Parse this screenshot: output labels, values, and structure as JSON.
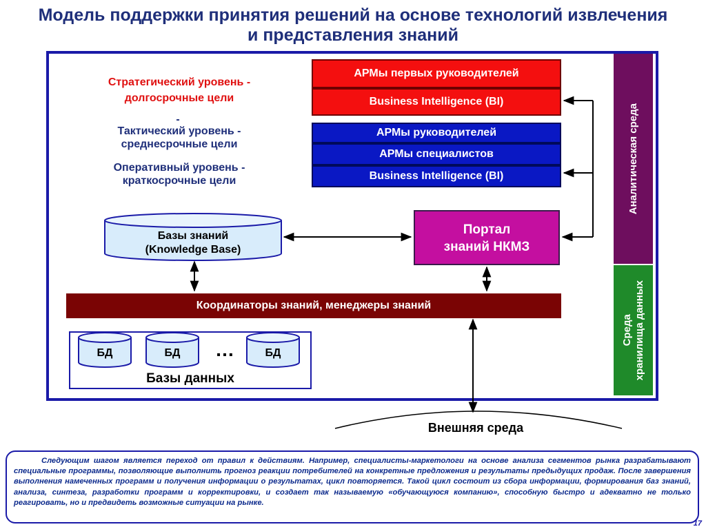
{
  "title": {
    "line1": "Модель поддержки принятия решений на основе технологий извлечения",
    "line2": "и представления знаний"
  },
  "levels": {
    "strategic_line1": "Стратегический уровень -",
    "strategic_line2": "долгосрочные цели",
    "dash": "-",
    "tactical_line1": "Тактический уровень -",
    "tactical_line2": "среднесрочные цели",
    "operational_line1": "Оперативный уровень -",
    "operational_line2": "краткосрочные цели"
  },
  "red_boxes": [
    "АРМы первых руководителей",
    "Business Intelligence (BI)"
  ],
  "blue_boxes": [
    "АРМы руководителей",
    "АРМы специалистов",
    "Business Intelligence (BI)"
  ],
  "knowledge_base": {
    "line1": "Базы знаний",
    "line2": "(Knowledge Base)"
  },
  "portal": {
    "line1": "Портал",
    "line2": "знаний  НКМЗ"
  },
  "coordinators": "Координаторы знаний, менеджеры знаний",
  "databases": {
    "db_label": "БД",
    "ellipsis": "…",
    "caption": "Базы данных"
  },
  "side_bars": {
    "analytic": "Аналитическая среда",
    "storage_line1": "Среда",
    "storage_line2": "хранилища данных"
  },
  "external": "Внешняя среда",
  "note": "Следующим шагом является переход от правил к действиям. Например, специалисты-маркетологи на основе анализа сегментов рынка разрабатывают специальные программы, позволяющие выполнить прогноз реакции потребителей на конкретные предложения и результаты предыдущих продаж. После завершения выполнения намеченных программ и получения информации о результатах, цикл повторяется. Такой цикл состоит из сбора информации, формирования баз знаний, анализа, синтеза, разработки программ и корректировки, и создает так называемую «обучающуюся компанию», способную быстро и адекватно не только реагировать, но и предвидеть возможные ситуации на рынке.",
  "page_number": "17",
  "colors": {
    "frame": "#1a1aa8",
    "red": "#f40f0f",
    "blue": "#0a18c4",
    "portal": "#c40fa0",
    "coordinators": "#7a0404",
    "analytic_bar": "#6e0e5e",
    "storage_bar": "#1f8a2a",
    "kb_fill": "#d8ecfb"
  }
}
